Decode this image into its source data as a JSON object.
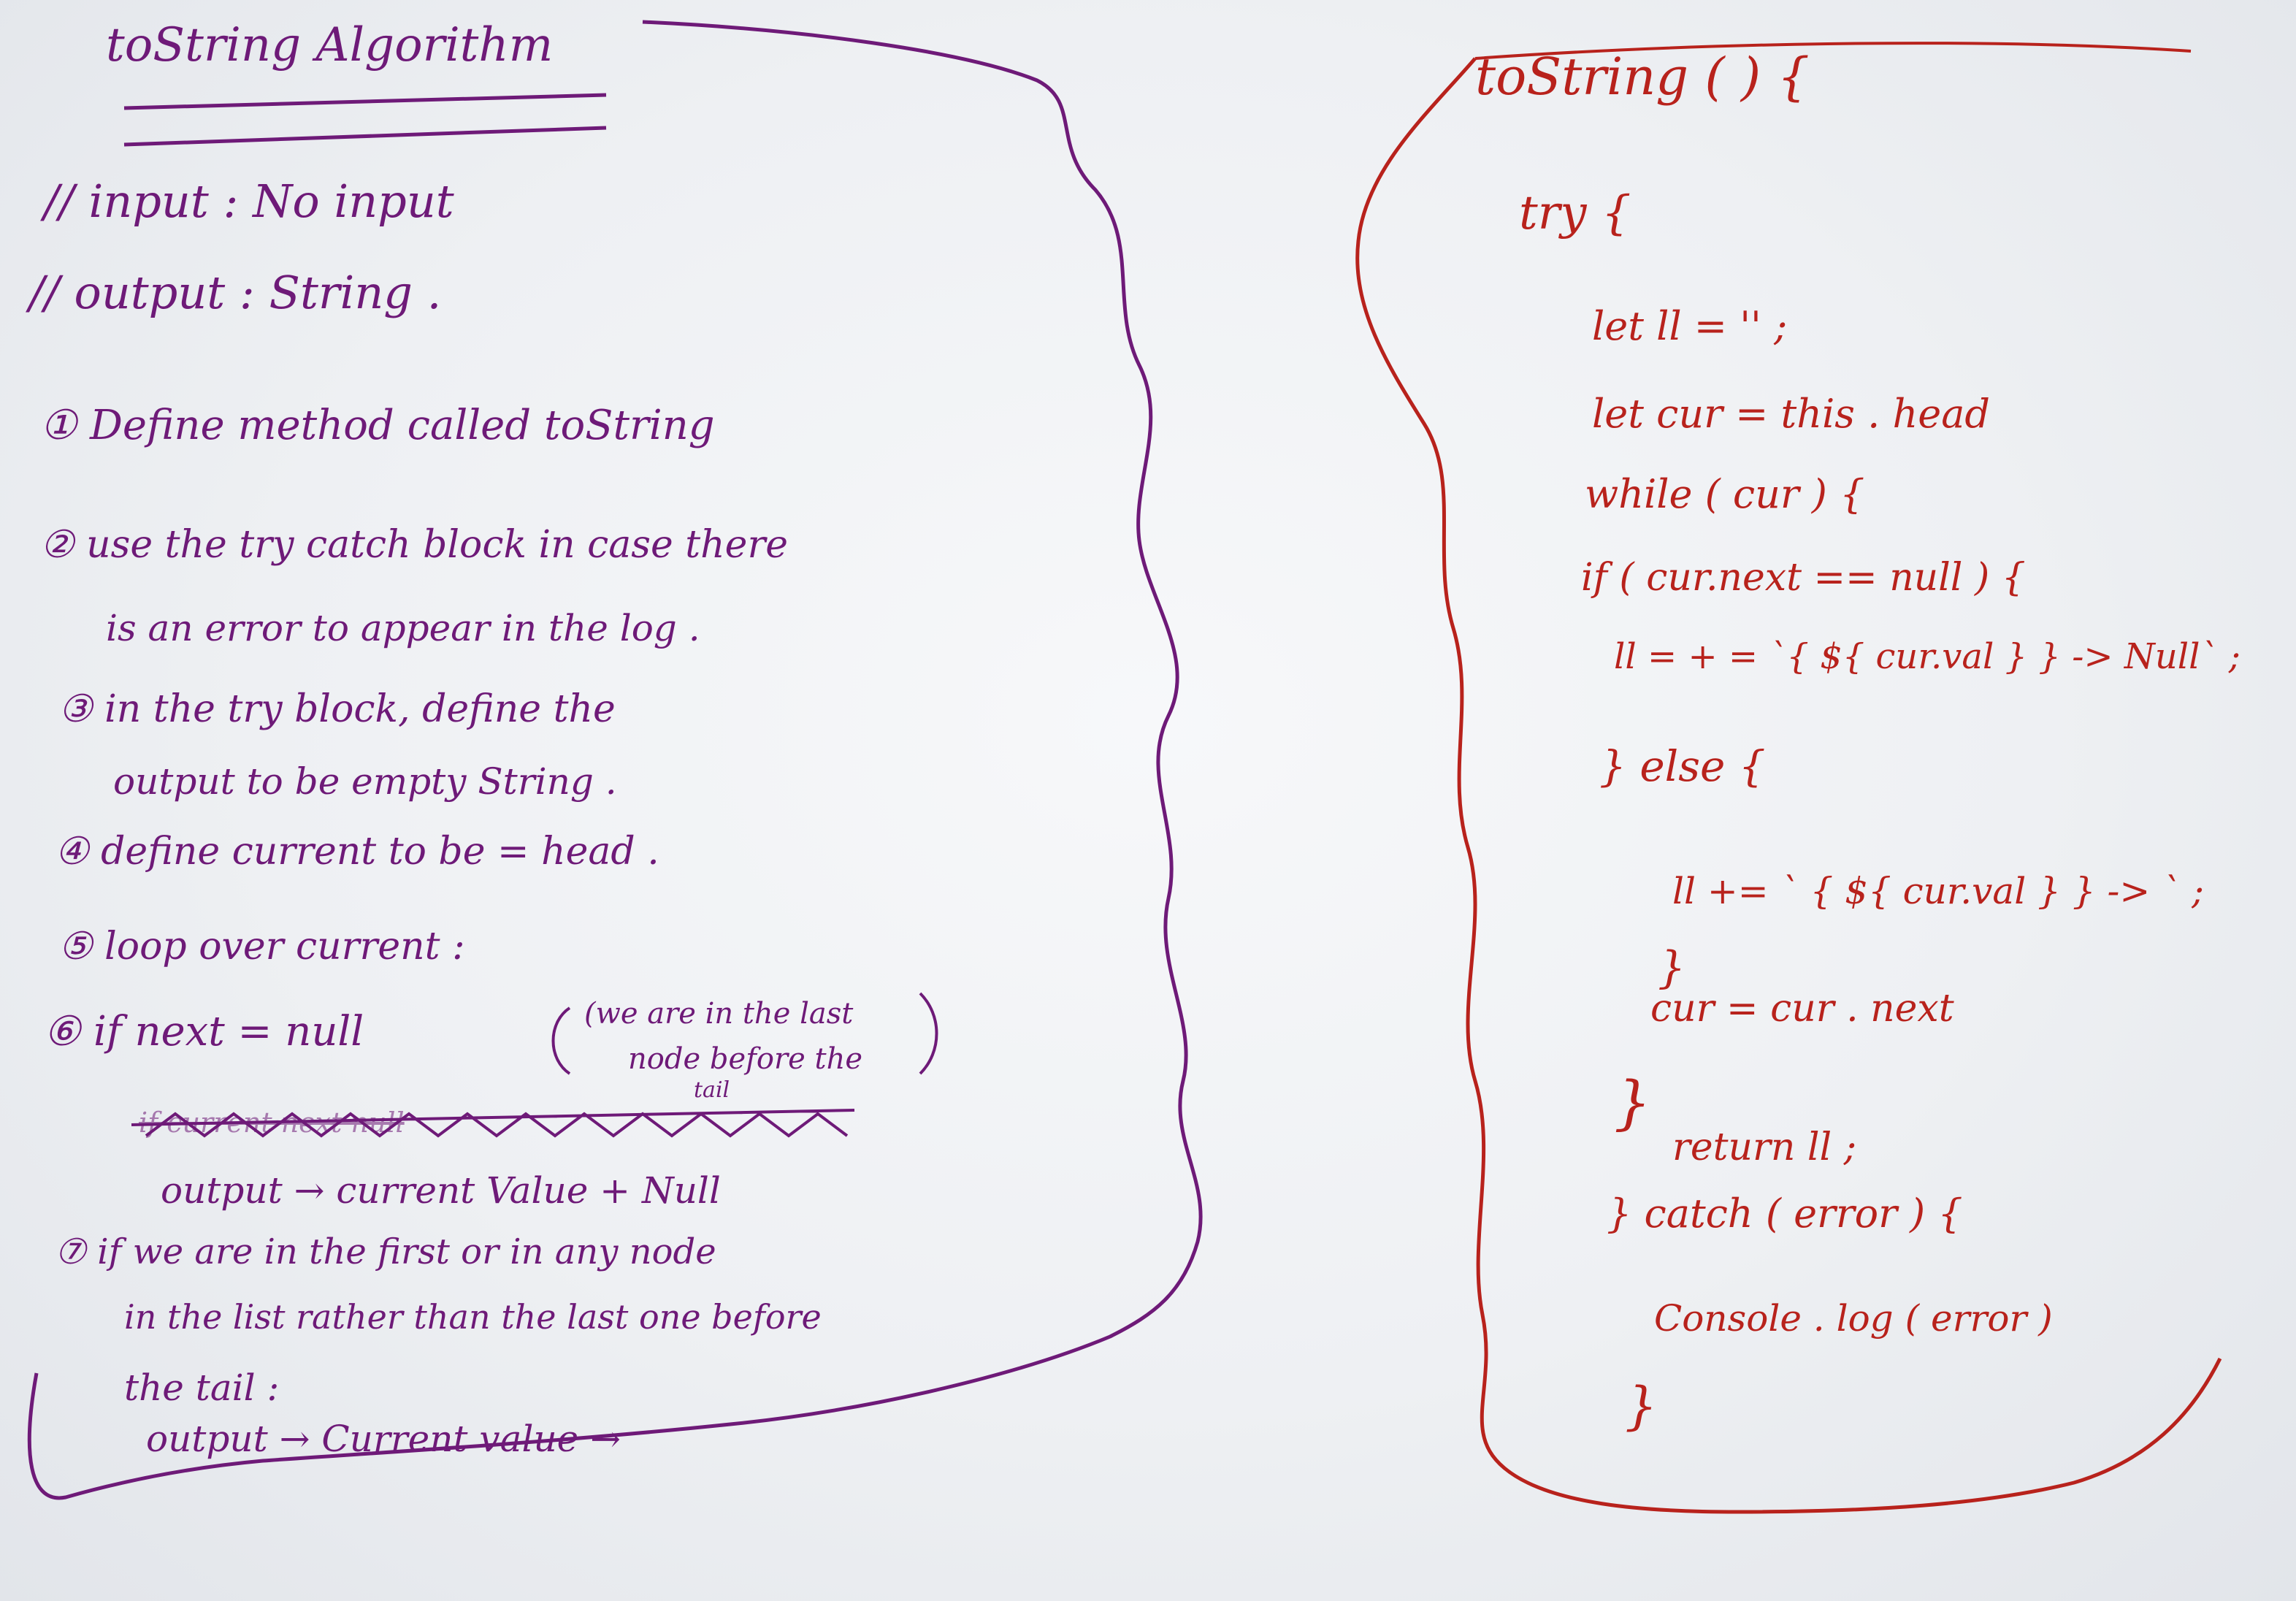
{
  "left_panel": {
    "title": "toString Algorithm",
    "input_line": "// input : No input",
    "output_line": "// output : String .",
    "steps": [
      "① Define method called toString",
      "② use the try catch block in case there",
      "is an error to appear in the log .",
      "③ in the try block, define the",
      "output to be empty String .",
      "④ define current to be = head .",
      "⑤ loop over current :",
      "⑥ if      next  =  null",
      "(we are in the last",
      "node before the",
      "tail",
      "output  →        current Value + Null",
      "⑦ if    we   are    in the first  or  in any  node",
      "in the list     rather than   the  last   one before",
      "the  tail :",
      "output  →     Current  value  →"
    ],
    "crossed_out": "if current next null"
  },
  "right_panel": {
    "code_lines": [
      "toString ( )  {",
      "try {",
      "let  ll = '' ;",
      "let  cur  =  this . head",
      "while ( cur )   {",
      "if  ( cur.next == null ) {",
      "ll  = + = `{ ${ cur.val } } -> Null` ;",
      "} else {",
      "ll += ` { ${ cur.val } } -> ` ;",
      "}",
      "cur  =  cur . next",
      "}",
      "return   ll ;",
      "} catch ( error )  {",
      "Console . log ( error )",
      "}"
    ]
  },
  "colors": {
    "left_ink": "#6e1a78",
    "right_ink": "#b8221c",
    "board": "#eef0f3"
  }
}
